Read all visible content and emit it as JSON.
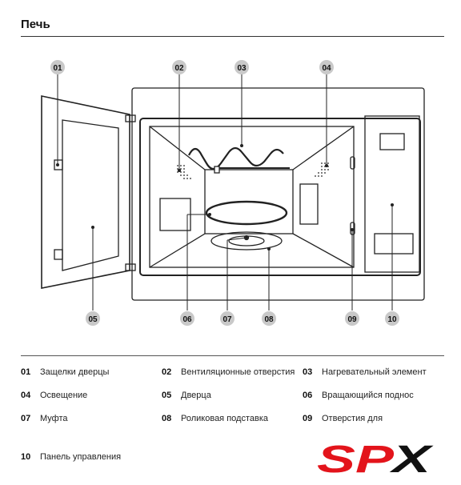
{
  "page_title": "Печь",
  "callouts": [
    "01",
    "02",
    "03",
    "04",
    "05",
    "06",
    "07",
    "08",
    "09",
    "10"
  ],
  "legend": [
    {
      "num": "01",
      "label": "Защелки дверцы"
    },
    {
      "num": "02",
      "label": "Вентиляционные отверстия"
    },
    {
      "num": "03",
      "label": "Нагревательный элемент"
    },
    {
      "num": "04",
      "label": "Освещение"
    },
    {
      "num": "05",
      "label": "Дверца"
    },
    {
      "num": "06",
      "label": "Вращающийся поднос"
    },
    {
      "num": "07",
      "label": "Муфта"
    },
    {
      "num": "08",
      "label": "Роликовая подставка"
    },
    {
      "num": "09",
      "label": "Отверстия для"
    },
    {
      "num": "10",
      "label": "Панель управления"
    }
  ],
  "brand": {
    "text": "SPX",
    "color": "#e3141b",
    "secondary_color": "#111111"
  },
  "colors": {
    "callout_fill": "#c9c9c9",
    "line": "#222222"
  }
}
